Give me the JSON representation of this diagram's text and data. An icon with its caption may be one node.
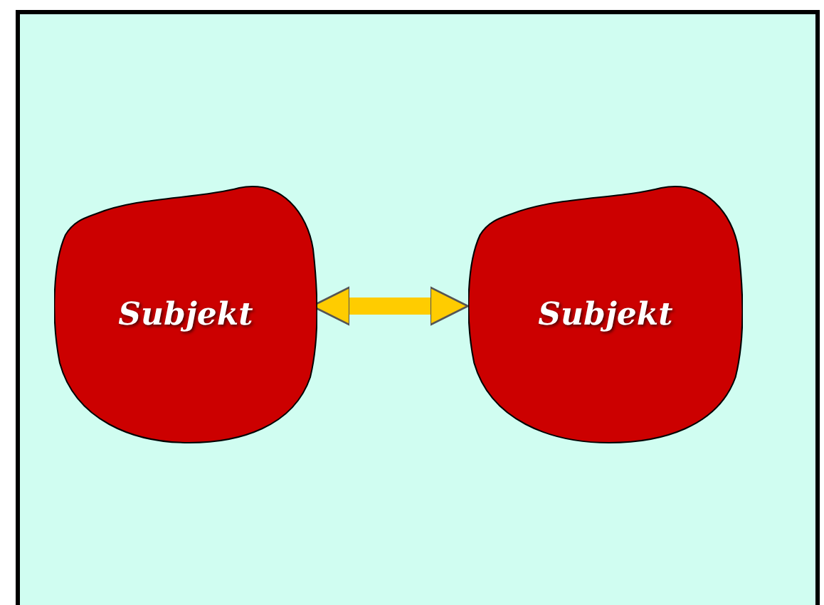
{
  "diagram": {
    "nodes": [
      {
        "text": [
          "Subjekt"
        ]
      },
      {
        "text": [
          "Subjekt"
        ]
      }
    ],
    "edges": [
      {
        "from": 0,
        "to": 1,
        "arrow": "both",
        "color": "#ffcc00"
      }
    ]
  }
}
